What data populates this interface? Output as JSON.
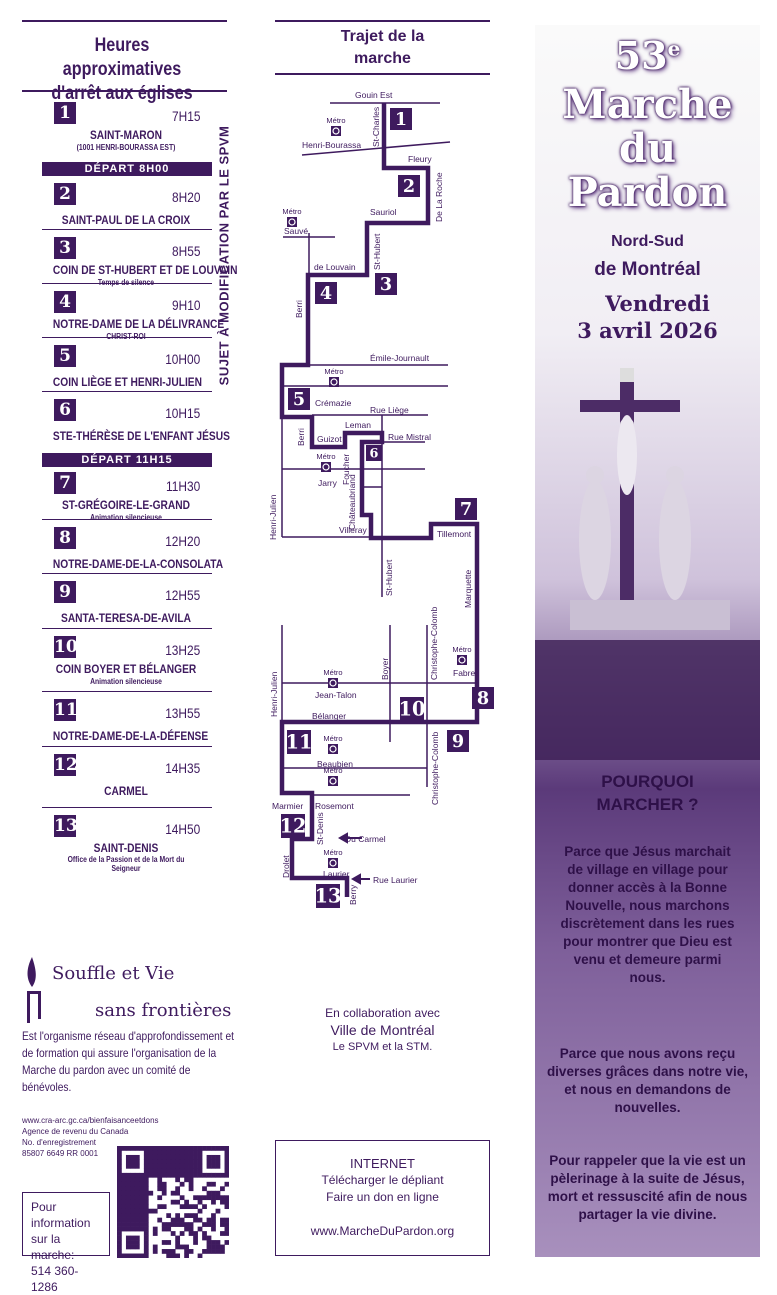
{
  "left": {
    "title": "Heures approximatives d'arrêt aux églises",
    "side_note": "SUJET À MODIFICATION PAR LE SPVM",
    "departures": [
      "DÉPART 8H00",
      "DÉPART 11H15"
    ],
    "stops": [
      {
        "num": "1",
        "time": "7H15",
        "name": "SAINT-MARON",
        "sub": "(1001 HENRI-BOURASSA EST)"
      },
      {
        "num": "2",
        "time": "8H20",
        "name": "SAINT-PAUL DE LA CROIX",
        "sub": ""
      },
      {
        "num": "3",
        "time": "8H55",
        "name": "COIN DE ST-HUBERT ET DE LOUVAIN",
        "sub": "Temps de silence"
      },
      {
        "num": "4",
        "time": "9H10",
        "name": "NOTRE-DAME DE LA DÉLIVRANCE",
        "sub": "CHRIST-ROI"
      },
      {
        "num": "5",
        "time": "10H00",
        "name": "COIN LIÈGE ET HENRI-JULIEN",
        "sub": ""
      },
      {
        "num": "6",
        "time": "10H15",
        "name": "STE-THÉRÈSE DE L'ENFANT JÉSUS",
        "sub": ""
      },
      {
        "num": "7",
        "time": "11H30",
        "name": "ST-GRÉGOIRE-LE-GRAND",
        "sub": "Animation silencieuse"
      },
      {
        "num": "8",
        "time": "12H20",
        "name": "NOTRE-DAME-DE-LA-CONSOLATA",
        "sub": ""
      },
      {
        "num": "9",
        "time": "12H55",
        "name": "SANTA-TERESA-DE-AVILA",
        "sub": ""
      },
      {
        "num": "10",
        "time": "13H25",
        "name": "COIN BOYER ET BÉLANGER",
        "sub": "Animation silencieuse"
      },
      {
        "num": "11",
        "time": "13H55",
        "name": "NOTRE-DAME-DE-LA-DÉFENSE",
        "sub": ""
      },
      {
        "num": "12",
        "time": "14H35",
        "name": "CARMEL",
        "sub": ""
      },
      {
        "num": "13",
        "time": "14H50",
        "name": "SAINT-DENIS",
        "sub": "Office de la Passion et de la Mort du Seigneur"
      }
    ],
    "org": {
      "logo_line1": "Souffle et Vie",
      "logo_line2": "sans frontières",
      "desc": "Est l'organisme réseau d'approfondissement et de formation qui assure l'organisation de la Marche du pardon  avec un comité de bénévoles.",
      "cra_lines": [
        "www.cra-arc.gc.ca/bienfaisanceetdons",
        "Agence de revenu du Canada",
        "No. d'enregistrement",
        "85807 6649 RR 0001"
      ],
      "info_lines": [
        "Pour information",
        "sur la marche:",
        "514 360-1286"
      ]
    }
  },
  "map": {
    "title": "Trajet de la marche",
    "metro": "Métro",
    "streets": [
      "Gouin Est",
      "St-Charles",
      "Henri-Bourassa",
      "Fleury",
      "De La Roche",
      "Sauriol",
      "Sauvé",
      "St-Hubert",
      "de Louvain",
      "Berri",
      "Émile-Journault",
      "Crémazie",
      "Rue Liège",
      "Leman",
      "Rue Mistral",
      "Berri",
      "Guizot",
      "Jarry",
      "Foucher",
      "Châteaubriand",
      "Henri-Julien",
      "Villeray",
      "Tillemont",
      "St-Hubert",
      "Marquette",
      "Christophe-Colomb",
      "Fabre",
      "Boyer",
      "Henri-Julien",
      "Jean-Talon",
      "Bélanger",
      "Beaubien",
      "Christophe-Colomb",
      "Rosemont",
      "Marmier",
      "St-Denis",
      "Du Carmel",
      "Laurier",
      "Rue Laurier",
      "Drolet",
      "Berry"
    ],
    "collab": [
      "En collaboration avec",
      "Ville de Montréal",
      "Le SPVM et la STM."
    ],
    "internet": {
      "title": "INTERNET",
      "lines": [
        "Télécharger le dépliant",
        "Faire un don en ligne"
      ],
      "url": "www.MarcheDuPardon.org"
    }
  },
  "right": {
    "edition": "53",
    "edition_sup": "e",
    "title_lines": [
      "Marche",
      "du",
      "Pardon"
    ],
    "sub1": "Nord-Sud",
    "sub2": "de Montréal",
    "day": "Vendredi",
    "date": "3 avril 2026",
    "why_title": [
      "POURQUOI",
      "MARCHER ?"
    ],
    "paragraphs": [
      "Parce que Jésus marchait de village en village pour donner accès à la Bonne Nouvelle, nous marchons discrètement dans les rues pour montrer que Dieu est venu et demeure parmi nous.",
      "Parce que nous avons reçu diverses grâces dans notre vie, et nous en demandons de nouvelles.",
      "Pour rappeler que la vie est un pèlerinage à la suite de Jésus, mort et ressuscité afin de nous partager la vie divine."
    ]
  },
  "colors": {
    "purple": "#3e1a5e"
  }
}
